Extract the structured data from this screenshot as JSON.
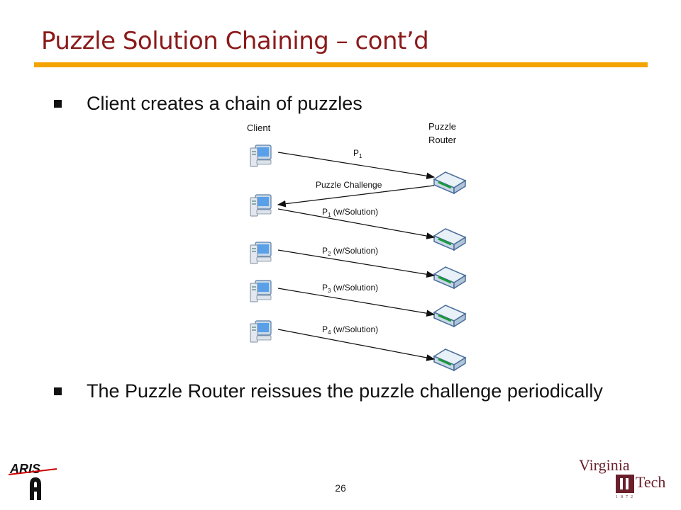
{
  "slide": {
    "title": "Puzzle Solution Chaining – cont’d",
    "bullets": [
      "Client creates a chain of puzzles",
      "The Puzzle Router reissues the puzzle challenge periodically"
    ],
    "page_number": "26"
  },
  "diagram": {
    "client_label": "Client",
    "router_label_line1": "Puzzle",
    "router_label_line2": "Router",
    "messages": [
      {
        "prefix": "P",
        "sub": "1",
        "suffix": ""
      },
      {
        "prefix": "Puzzle Challenge",
        "sub": "",
        "suffix": ""
      },
      {
        "prefix": "P",
        "sub": "1",
        "suffix": " (w/Solution)"
      },
      {
        "prefix": "P",
        "sub": "2",
        "suffix": " (w/Solution)"
      },
      {
        "prefix": "P",
        "sub": "3",
        "suffix": " (w/Solution)"
      },
      {
        "prefix": "P",
        "sub": "4",
        "suffix": " (w/Solution)"
      }
    ]
  },
  "logos": {
    "left_text": "ARIS",
    "right_text_line1": "Virginia",
    "right_text_line2": "Tech",
    "right_year": "1872"
  }
}
